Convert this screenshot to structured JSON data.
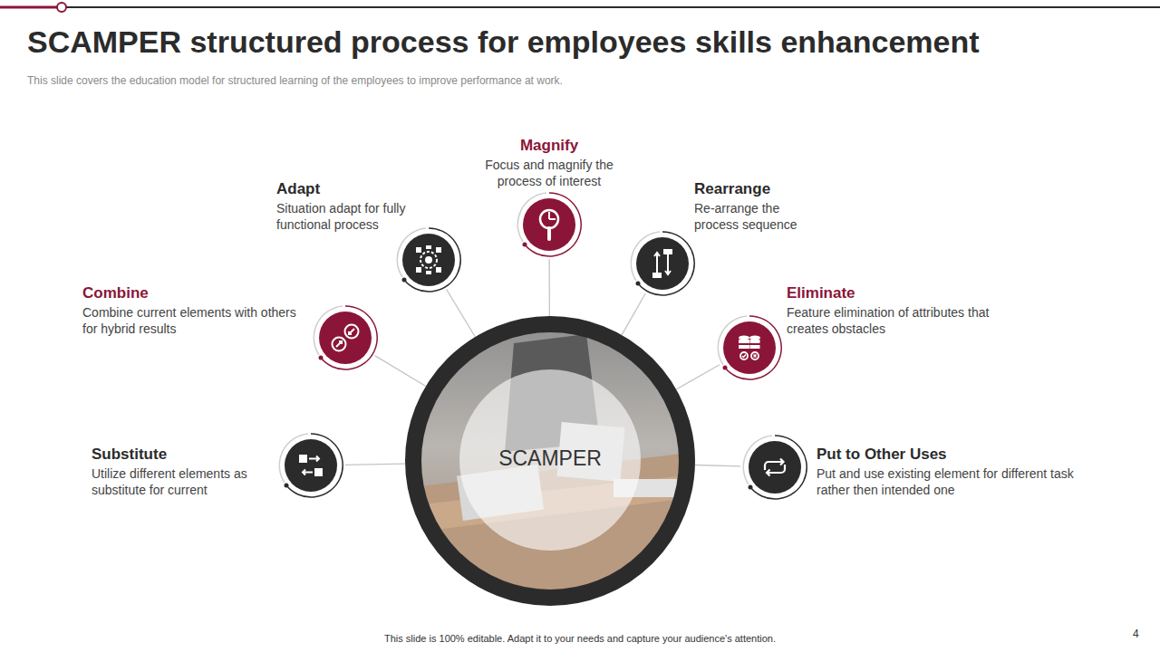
{
  "diagram": {
    "title": "SCAMPER structured process for employees skills enhancement",
    "caption": "This slide covers the education model for structured learning of the employees to improve performance at work.",
    "nodes": [
      {
        "text": [
          "SCAMPER"
        ]
      },
      {
        "text": [
          "Substitute",
          "Utilize different elements as substitute for current"
        ]
      },
      {
        "text": [
          "Combine",
          "Combine current elements with others for hybrid results"
        ]
      },
      {
        "text": [
          "Adapt",
          "Situation adapt for fully functional process"
        ]
      },
      {
        "text": [
          "Magnify",
          "Focus and magnify the process of interest"
        ]
      },
      {
        "text": [
          "Put to Other Uses",
          "Put and use existing element for different task rather then intended one"
        ]
      },
      {
        "text": [
          "Eliminate",
          "Feature elimination of attributes that creates obstacles"
        ]
      },
      {
        "text": [
          "Rearrange",
          "Re-arrange the process sequence"
        ]
      }
    ],
    "edges": [
      {
        "from": 0,
        "to": 1,
        "arrow": "none"
      },
      {
        "from": 0,
        "to": 2,
        "arrow": "none"
      },
      {
        "from": 0,
        "to": 3,
        "arrow": "none"
      },
      {
        "from": 0,
        "to": 4,
        "arrow": "none"
      },
      {
        "from": 0,
        "to": 5,
        "arrow": "none"
      },
      {
        "from": 0,
        "to": 6,
        "arrow": "none"
      },
      {
        "from": 0,
        "to": 7,
        "arrow": "none"
      }
    ],
    "labels": [
      "This slide is 100% editable. Adapt it to your needs and capture your audience's attention.",
      "4"
    ]
  }
}
